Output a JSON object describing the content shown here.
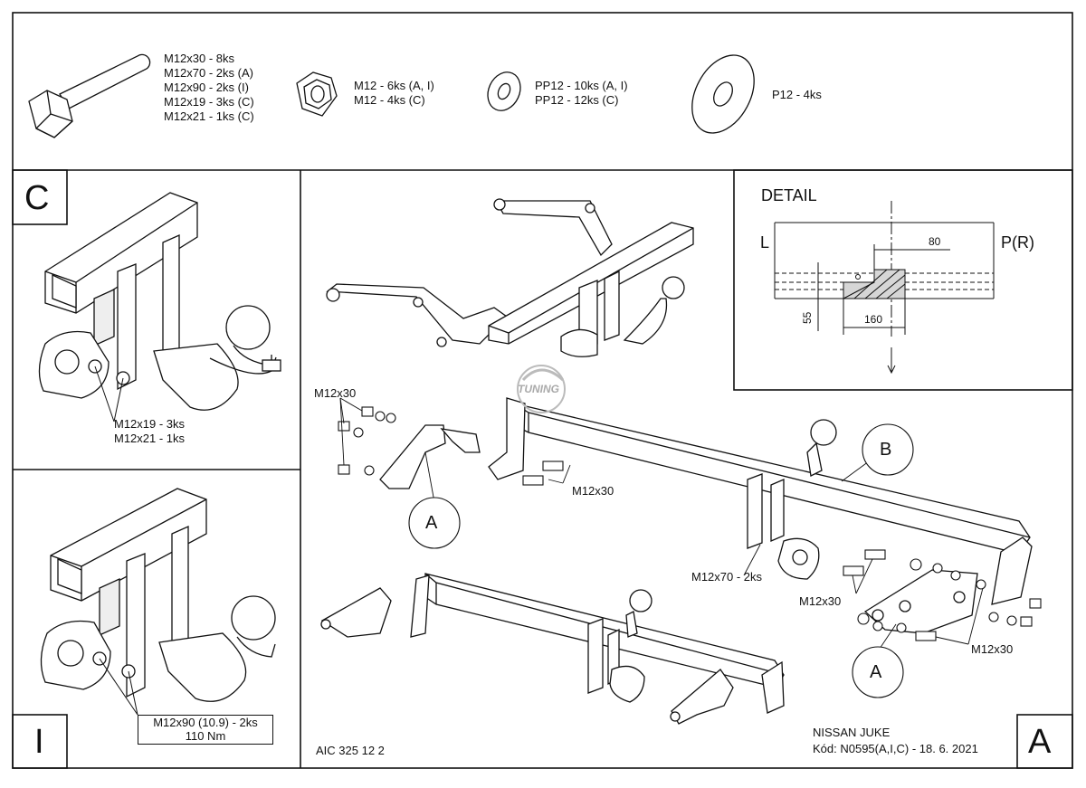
{
  "hardware": {
    "bolts": [
      "M12x30 - 8ks",
      "M12x70 - 2ks (A)",
      "M12x90 - 2ks (I)",
      "M12x19 - 3ks (C)",
      "M12x21 - 1ks (C)"
    ],
    "nuts": [
      "M12 - 6ks (A, I)",
      "M12 - 4ks (C)"
    ],
    "washers": [
      "PP12 - 10ks (A, I)",
      "PP12 - 12ks (C)"
    ],
    "plate": [
      "P12 - 4ks"
    ]
  },
  "panel_c": {
    "letter": "C",
    "label_1": "M12x19 - 3ks",
    "label_2": "M12x21 - 1ks"
  },
  "panel_i": {
    "letter": "I",
    "box_line_1": "M12x90 (10.9) - 2ks",
    "box_line_2": "110 Nm"
  },
  "detail": {
    "title": "DETAIL",
    "left": "L",
    "right": "P(R)",
    "dim_80": "80",
    "dim_160": "160",
    "dim_55": "55"
  },
  "main": {
    "m12x30_a": "M12x30",
    "m12x30_b": "M12x30",
    "m12x30_c": "M12x30",
    "m12x30_d": "M12x30",
    "m12x70": "M12x70 - 2ks",
    "callout_a1": "A",
    "callout_a2": "A",
    "callout_b": "B",
    "watermark": "TUNING",
    "code": "AIC 325 12 2",
    "vehicle": "NISSAN JUKE",
    "kod": "Kód: N0595(A,I,C) - 18. 6. 2021",
    "panel_letter": "A"
  }
}
